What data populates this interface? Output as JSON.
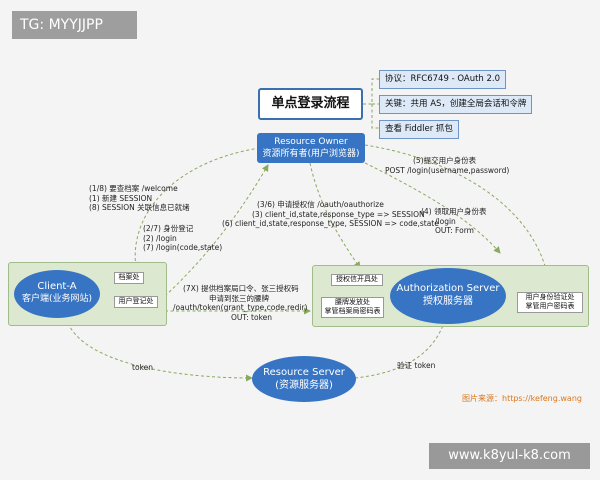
{
  "top_tag": "TG: MYYJJPP",
  "title": "单点登录流程",
  "notes": [
    "协议：RFC6749 - OAuth 2.0",
    "关键：共用 AS，创建全局会话和令牌",
    "查看 Fiddler 抓包"
  ],
  "resource_owner": {
    "line1": "Resource Owner",
    "line2": "资源所有者(用户浏览器)"
  },
  "client": {
    "line1": "Client-A",
    "line2": "客户端(业务网站)",
    "sub_archive": "档案处",
    "sub_register": "用户登记处"
  },
  "auth_server": {
    "line1": "Authorization Server",
    "line2": "授权服务器",
    "sub_open": "授权信开具处",
    "sub_issue": "腰牌发放处",
    "sub_keeper": "掌管档案局密码表",
    "sub_verify": "用户身份验证处",
    "sub_verify_2": "掌管用户密码表"
  },
  "resource_server": {
    "line1": "Resource Server",
    "line2": "(资源服务器)"
  },
  "flow_labels": {
    "step_1_8": [
      "(1/8) 要查档案 /welcome",
      "(1) 新建 SESSION",
      "(8) SESSION 关联信息已就绪"
    ],
    "step_2_7": [
      "(2/7) 身份登记",
      "(2) /login",
      "(7) /login(code,state)"
    ],
    "step_3_6": [
      "(3/6) 申请授权信 /oauth/oauthorize",
      "(3) client_id,state,response_type => SESSION",
      "(6) client_id,state,response_type, SESSION => code,state"
    ],
    "step_4": [
      "(4) 领取用户身份表",
      "/login",
      "OUT: Form"
    ],
    "step_5": [
      "(5)提交用户身份表",
      "POST /login(username,password)"
    ],
    "step_7x": [
      "(7X) 提供档案局口令、张三授权码",
      "申请到张三的腰牌",
      "/oauth/token(grant_type,code,redir)",
      "OUT: token"
    ],
    "token_left": "token",
    "token_right": "验证 token"
  },
  "image_source": "图片来源：https://kefeng.wang",
  "watermark": "www.k8yul-k8.com",
  "colors": {
    "node": "#3775c4",
    "note_fill": "#dde9f7",
    "region_fill": "#dce8cf",
    "arrow": "#8aa860",
    "source": "#d9771e"
  }
}
